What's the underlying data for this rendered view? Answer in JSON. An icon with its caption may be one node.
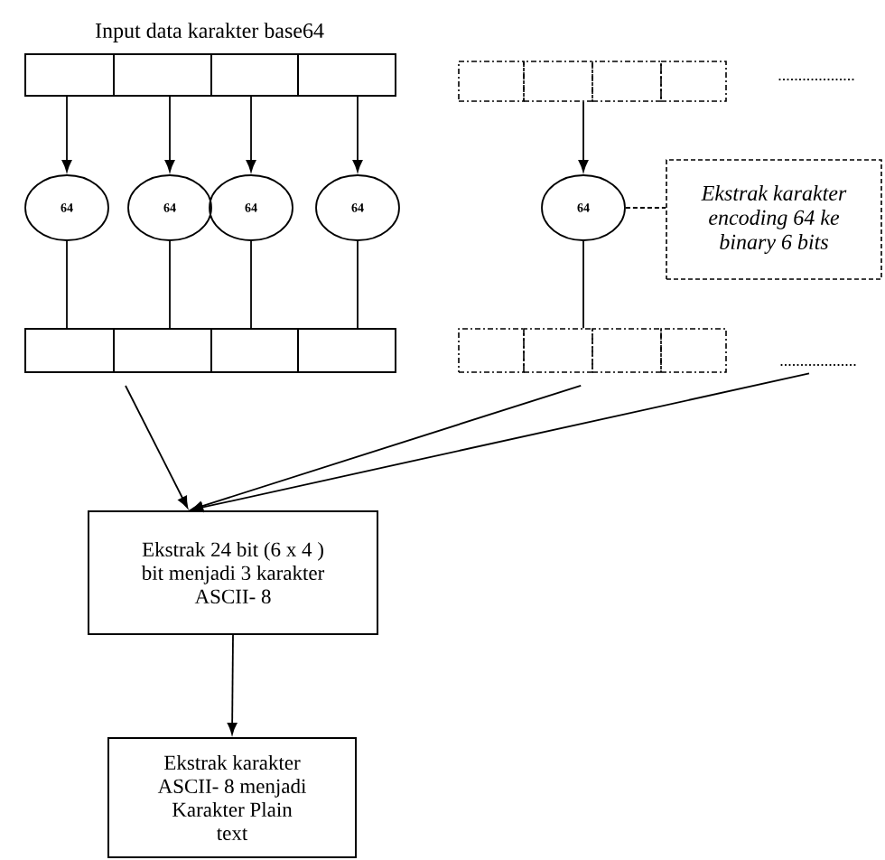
{
  "diagram": {
    "title": "Input data karakter base64",
    "nodes": [
      {
        "text": [],
        "shape": "box"
      },
      {
        "text": [],
        "shape": "box"
      },
      {
        "text": [],
        "shape": "box"
      },
      {
        "text": [],
        "shape": "box"
      },
      {
        "text": [],
        "shape": "box"
      },
      {
        "text": [],
        "shape": "box"
      },
      {
        "text": [],
        "shape": "box"
      },
      {
        "text": [],
        "shape": "box"
      },
      {
        "text": [
          "64"
        ]
      },
      {
        "text": [
          "64"
        ]
      },
      {
        "text": [
          "64"
        ]
      },
      {
        "text": [
          "64"
        ]
      },
      {
        "text": [
          "64"
        ]
      },
      {
        "text": [
          "Ekstrak karakter encoding 64 ke binary 6 bits"
        ]
      },
      {
        "text": [],
        "shape": "box"
      },
      {
        "text": [],
        "shape": "box"
      },
      {
        "text": [],
        "shape": "box"
      },
      {
        "text": [],
        "shape": "box"
      },
      {
        "text": [],
        "shape": "box"
      },
      {
        "text": [],
        "shape": "box"
      },
      {
        "text": [],
        "shape": "box"
      },
      {
        "text": [],
        "shape": "box"
      },
      {
        "text": [
          "..................."
        ]
      },
      {
        "text": [
          "Ekstrak 24 bit (6 x 4 ) bit menjadi 3 karakter ASCII- 8"
        ]
      },
      {
        "text": [
          "Ekstrak karakter ASCII- 8 menjadi Karakter Plain text"
        ]
      }
    ],
    "edges": [
      {
        "from": 0,
        "to": 8,
        "arrow": "to"
      },
      {
        "from": 1,
        "to": 9,
        "arrow": "to"
      },
      {
        "from": 2,
        "to": 10,
        "arrow": "to"
      },
      {
        "from": 3,
        "to": 11,
        "arrow": "to"
      },
      {
        "from": 5,
        "to": 12,
        "arrow": "to"
      },
      {
        "from": 12,
        "to": 13,
        "arrow": "none",
        "style": "dashed"
      },
      {
        "from": 8,
        "to": 14,
        "arrow": "none"
      },
      {
        "from": 9,
        "to": 15,
        "arrow": "none"
      },
      {
        "from": 10,
        "to": 16,
        "arrow": "none"
      },
      {
        "from": 11,
        "to": 17,
        "arrow": "none"
      },
      {
        "from": 12,
        "to": 19,
        "arrow": "none"
      },
      {
        "from": 15,
        "to": 23,
        "arrow": "to"
      },
      {
        "from": 19,
        "to": 23,
        "arrow": "to"
      },
      {
        "from": 22,
        "to": 23,
        "arrow": "to"
      },
      {
        "from": 23,
        "to": 24,
        "arrow": "to"
      }
    ],
    "labels": [
      "..................."
    ]
  }
}
